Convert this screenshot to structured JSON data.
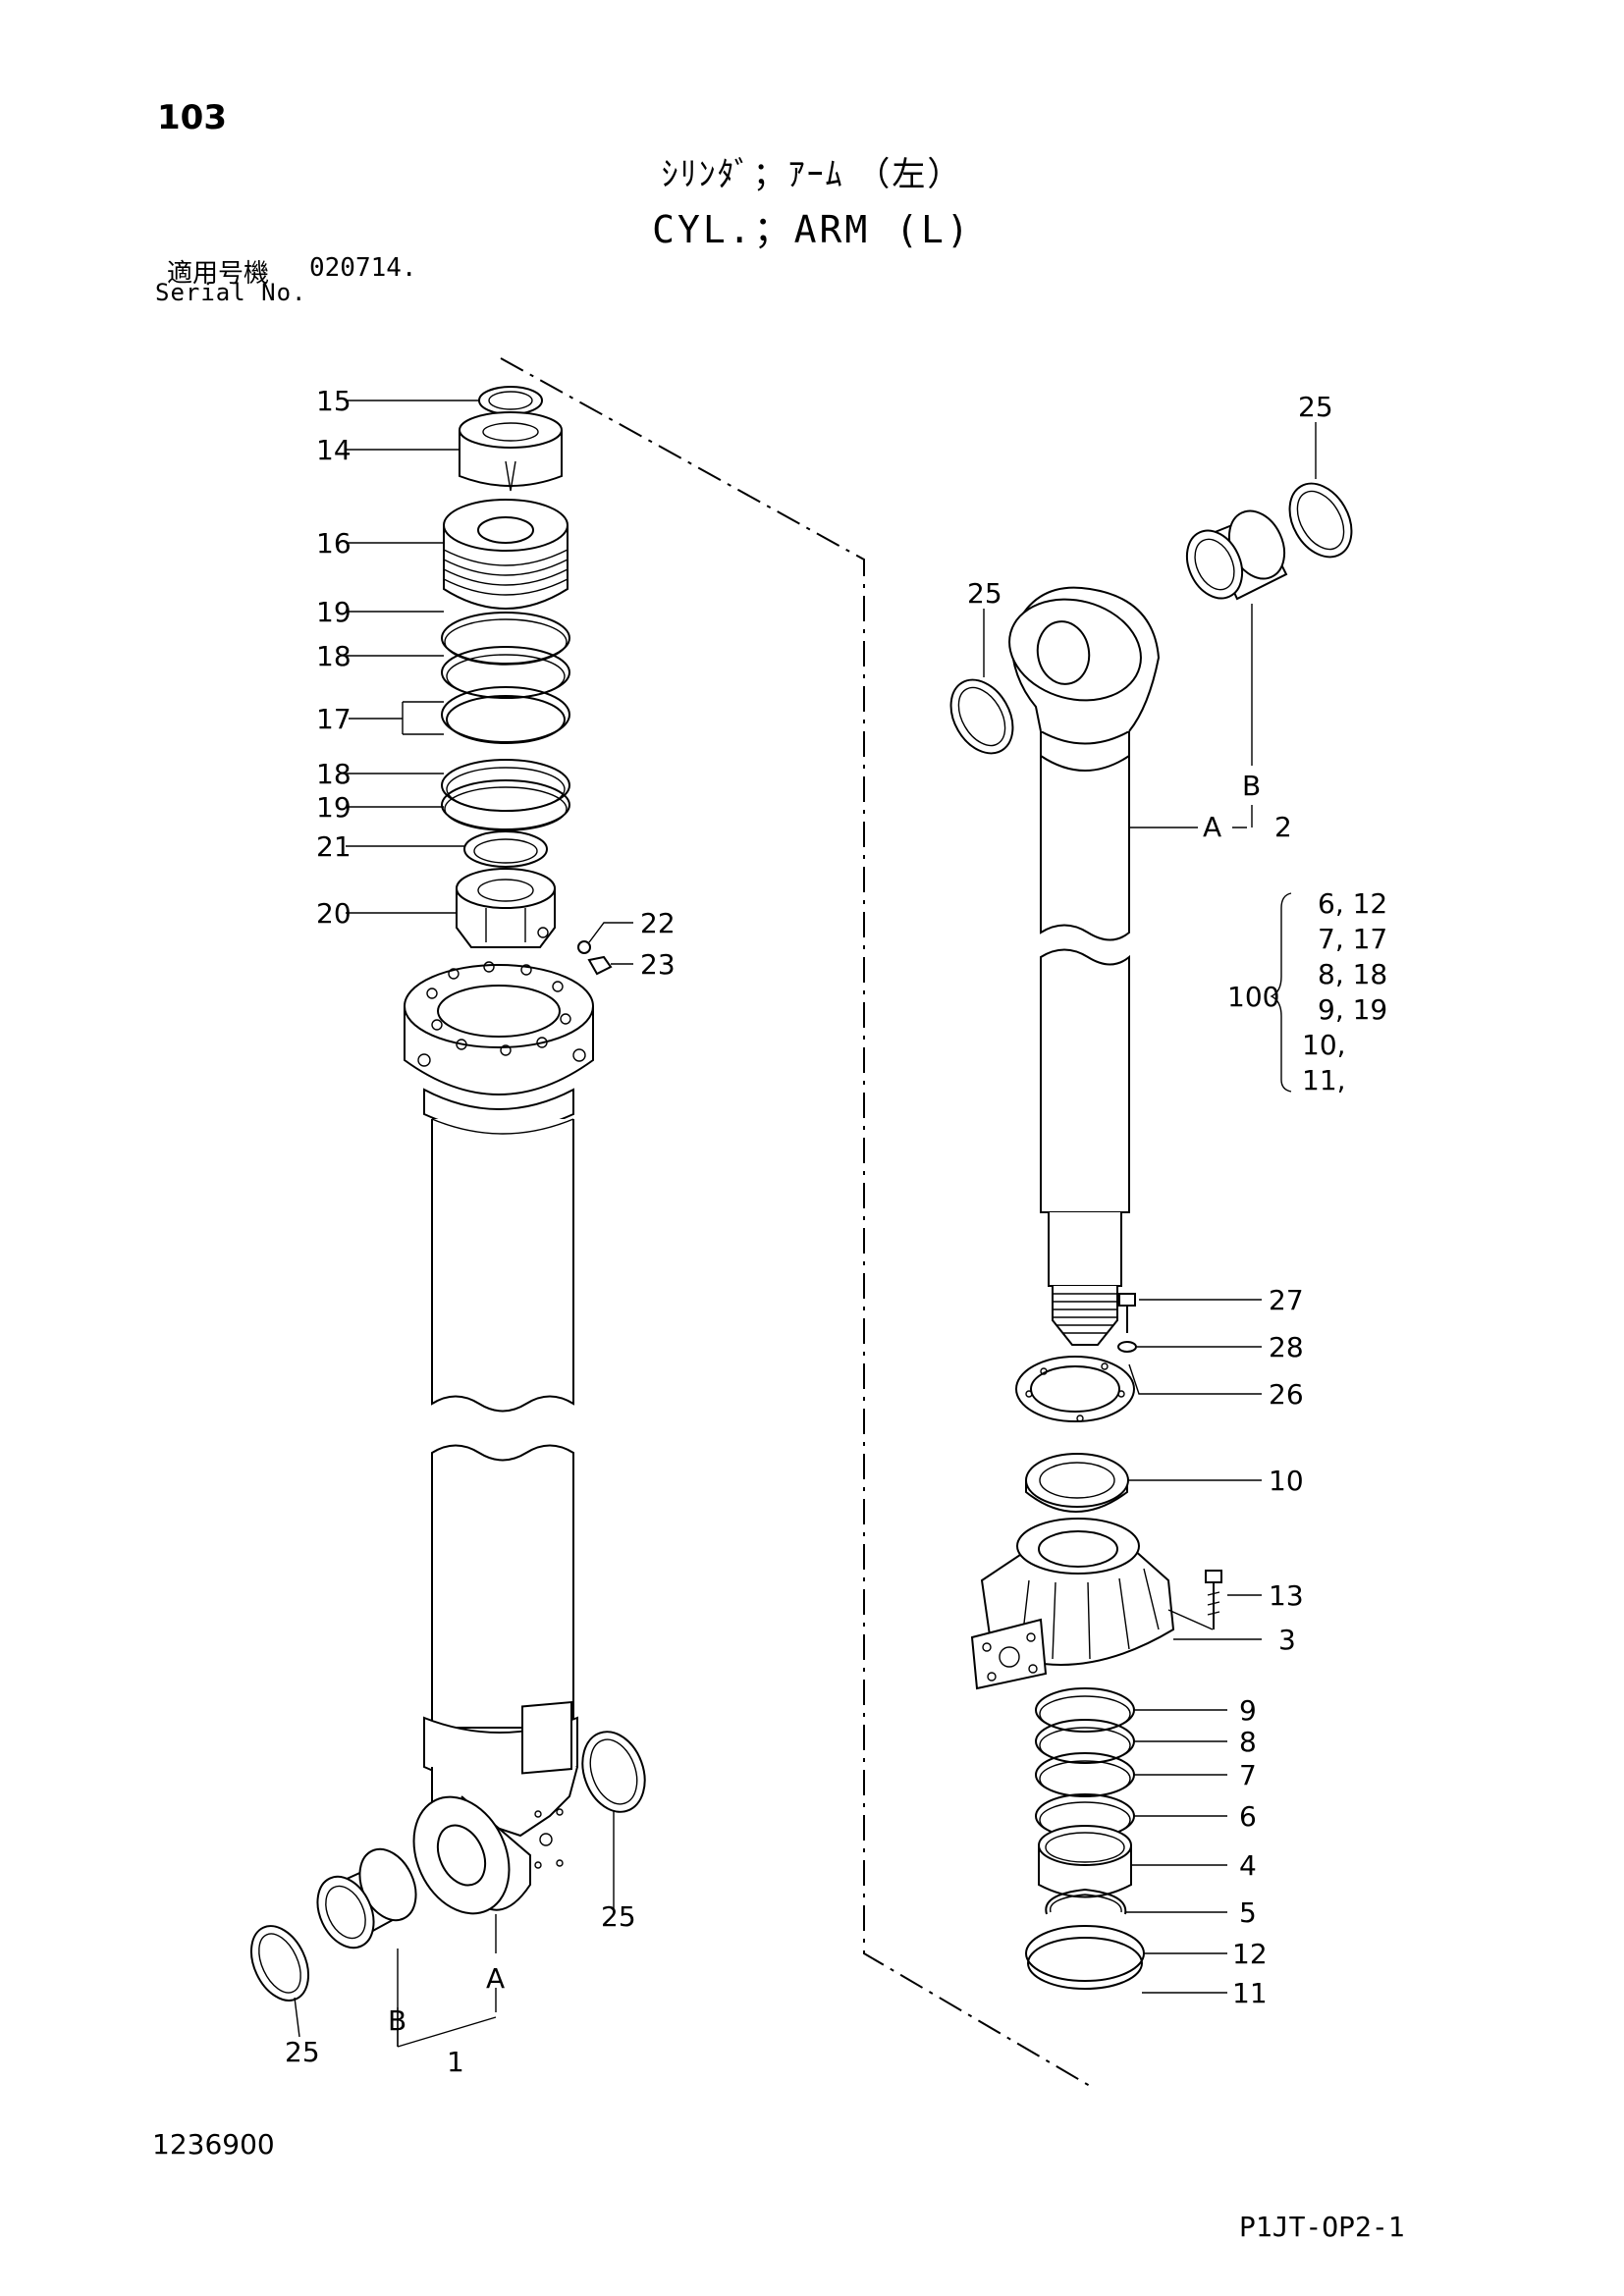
{
  "header": {
    "page_number": "103",
    "title_jp": "ｼﾘﾝﾀﾞ；ｱｰﾑ （左）",
    "title_en": "CYL.；ARM (L)",
    "serial_label_jp": "適用号機",
    "serial_value": "020714.",
    "serial_label_en": "Serial No."
  },
  "callouts": {
    "c15": "15",
    "c14": "14",
    "c16": "16",
    "c19a": "19",
    "c18a": "18",
    "c17": "17",
    "c18b": "18",
    "c19b": "19",
    "c21": "21",
    "c20": "20",
    "c22": "22",
    "c23": "23",
    "c25_top": "25",
    "c25_left": "25",
    "c25_bottom_right": "25",
    "c25_bottom_left": "25",
    "c1": "1",
    "cA_left": "A",
    "cB_left": "B",
    "cA_right": "A",
    "cB_right": "B",
    "c2": "2",
    "c27": "27",
    "c28": "28",
    "c26": "26",
    "c10": "10",
    "c13": "13",
    "c3": "3",
    "c9": "9",
    "c8": "8",
    "c7": "7",
    "c6": "6",
    "c4": "4",
    "c5": "5",
    "c12": "12",
    "c11": "11"
  },
  "kit": {
    "label": "100",
    "items": [
      "6, 12",
      "7, 17",
      "8, 18",
      "9, 19",
      "10,",
      "11,"
    ]
  },
  "footer": {
    "drawing_number": "1236900",
    "sheet_code": "P1JT-OP2-1"
  }
}
